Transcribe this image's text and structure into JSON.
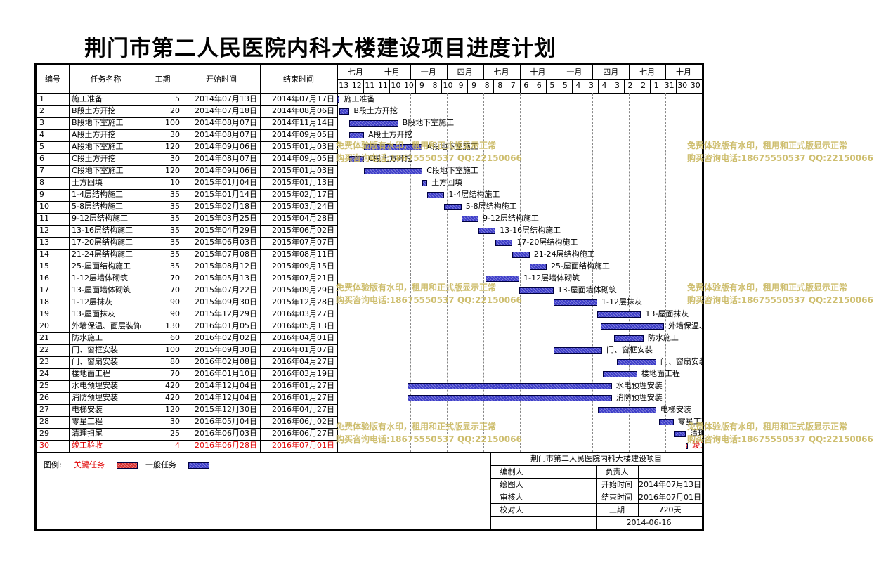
{
  "title": "荆门市第二人民医院内科大楼建设项目进度计划",
  "headers": {
    "id": "编号",
    "name": "任务名称",
    "duration": "工期",
    "start": "开始时间",
    "end": "结束时间"
  },
  "timeline": {
    "months": [
      "七月",
      "十月",
      "一月",
      "四月",
      "七月",
      "十月",
      "一月",
      "四月",
      "七月",
      "十月"
    ],
    "days": [
      "13",
      "12",
      "11",
      "11",
      "10",
      "10",
      "9",
      "8",
      "10",
      "9",
      "9",
      "8",
      "8",
      "7",
      "6",
      "6",
      "5",
      "5",
      "4",
      "3",
      "4",
      "3",
      "2",
      "2",
      "1",
      "31",
      "30",
      "30"
    ]
  },
  "tasks": [
    {
      "id": "1",
      "name": "施工准备",
      "duration": "5",
      "start": "2014年07月13日",
      "end": "2014年07月17日",
      "critical": false
    },
    {
      "id": "2",
      "name": "B段土方开挖",
      "duration": "20",
      "start": "2014年07月18日",
      "end": "2014年08月06日",
      "critical": false
    },
    {
      "id": "3",
      "name": "B段地下室施工",
      "duration": "100",
      "start": "2014年08月07日",
      "end": "2014年11月14日",
      "critical": false
    },
    {
      "id": "4",
      "name": "A段土方开挖",
      "duration": "30",
      "start": "2014年08月07日",
      "end": "2014年09月05日",
      "critical": false
    },
    {
      "id": "5",
      "name": "A段地下室施工",
      "duration": "120",
      "start": "2014年09月06日",
      "end": "2015年01月03日",
      "critical": false
    },
    {
      "id": "6",
      "name": "C段土方开挖",
      "duration": "30",
      "start": "2014年08月07日",
      "end": "2014年09月05日",
      "critical": false
    },
    {
      "id": "7",
      "name": "C段地下室施工",
      "duration": "120",
      "start": "2014年09月06日",
      "end": "2015年01月03日",
      "critical": false
    },
    {
      "id": "8",
      "name": "土方回填",
      "duration": "10",
      "start": "2015年01月04日",
      "end": "2015年01月13日",
      "critical": false
    },
    {
      "id": "9",
      "name": "1-4层结构施工",
      "duration": "35",
      "start": "2015年01月14日",
      "end": "2015年02月17日",
      "critical": false
    },
    {
      "id": "10",
      "name": "5-8层结构施工",
      "duration": "35",
      "start": "2015年02月18日",
      "end": "2015年03月24日",
      "critical": false
    },
    {
      "id": "11",
      "name": "9-12层结构施工",
      "duration": "35",
      "start": "2015年03月25日",
      "end": "2015年04月28日",
      "critical": false
    },
    {
      "id": "12",
      "name": "13-16层结构施工",
      "duration": "35",
      "start": "2015年04月29日",
      "end": "2015年06月02日",
      "critical": false
    },
    {
      "id": "13",
      "name": "17-20层结构施工",
      "duration": "35",
      "start": "2015年06月03日",
      "end": "2015年07月07日",
      "critical": false
    },
    {
      "id": "14",
      "name": "21-24层结构施工",
      "duration": "35",
      "start": "2015年07月08日",
      "end": "2015年08月11日",
      "critical": false
    },
    {
      "id": "15",
      "name": "25-屋面结构施工",
      "duration": "35",
      "start": "2015年08月12日",
      "end": "2015年09月15日",
      "critical": false
    },
    {
      "id": "16",
      "name": "1-12层墙体砌筑",
      "duration": "70",
      "start": "2015年05月13日",
      "end": "2015年07月21日",
      "critical": false
    },
    {
      "id": "17",
      "name": "13-屋面墙体砌筑",
      "duration": "70",
      "start": "2015年07月22日",
      "end": "2015年09月29日",
      "critical": false
    },
    {
      "id": "18",
      "name": "1-12层抹灰",
      "duration": "90",
      "start": "2015年09月30日",
      "end": "2015年12月28日",
      "critical": false
    },
    {
      "id": "19",
      "name": "13-屋面抹灰",
      "duration": "90",
      "start": "2015年12月29日",
      "end": "2016年03月27日",
      "critical": false
    },
    {
      "id": "20",
      "name": "外墙保温、面层装饰",
      "duration": "130",
      "start": "2016年01月05日",
      "end": "2016年05月13日",
      "critical": false
    },
    {
      "id": "21",
      "name": "防水施工",
      "duration": "60",
      "start": "2016年02月02日",
      "end": "2016年04月01日",
      "critical": false
    },
    {
      "id": "22",
      "name": "门、窗框安装",
      "duration": "100",
      "start": "2015年09月30日",
      "end": "2016年01月07日",
      "critical": false
    },
    {
      "id": "23",
      "name": "门、窗扇安装",
      "duration": "80",
      "start": "2016年02月08日",
      "end": "2016年04月27日",
      "critical": false
    },
    {
      "id": "24",
      "name": "楼地面工程",
      "duration": "70",
      "start": "2016年01月10日",
      "end": "2016年03月19日",
      "critical": false
    },
    {
      "id": "25",
      "name": "水电预埋安装",
      "duration": "420",
      "start": "2014年12月04日",
      "end": "2016年01月27日",
      "critical": false
    },
    {
      "id": "26",
      "name": "消防预埋安装",
      "duration": "420",
      "start": "2014年12月04日",
      "end": "2016年01月27日",
      "critical": false
    },
    {
      "id": "27",
      "name": "电梯安装",
      "duration": "120",
      "start": "2015年12月30日",
      "end": "2016年04月27日",
      "critical": false
    },
    {
      "id": "28",
      "name": "零星工程",
      "duration": "30",
      "start": "2016年05月04日",
      "end": "2016年06月02日",
      "critical": false
    },
    {
      "id": "29",
      "name": "清理扫尾",
      "duration": "25",
      "start": "2016年06月03日",
      "end": "2016年06月27日",
      "critical": false
    },
    {
      "id": "30",
      "name": "竣工验收",
      "duration": "4",
      "start": "2016年06月28日",
      "end": "2016年07月01日",
      "critical": true
    }
  ],
  "legend": {
    "label": "图例:",
    "critical": "关键任务",
    "normal": "一般任务",
    "critical_color": "#d83030",
    "normal_color": "#3c3cc8"
  },
  "titleblock": {
    "project": "荆门市第二人民医院内科大楼建设项目",
    "editor": "编制人",
    "owner": "负责人",
    "drawer": "绘图人",
    "start_label": "开始时间",
    "start_value": "2014年07月13日",
    "reviewer": "审核人",
    "end_label": "结束时间",
    "end_value": "2016年07月01日",
    "checker": "校对人",
    "duration_label": "工期",
    "duration_value": "720天",
    "date": "2014-06-16"
  },
  "watermark": {
    "line1": "免费体验版有水印，租用和正式版显示正常",
    "line2": "购买咨询电话:18675550537 QQ:22150066"
  }
}
